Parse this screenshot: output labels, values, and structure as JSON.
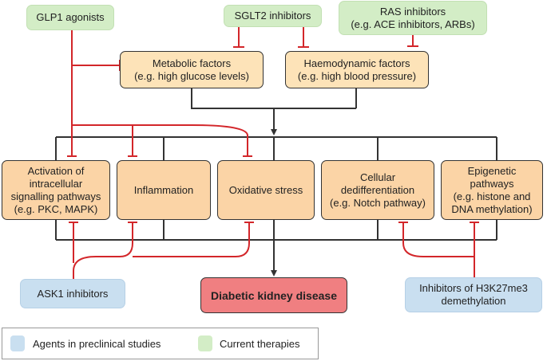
{
  "therapies": {
    "glp1": "GLP1 agonists",
    "sglt2": "SGLT2 inhibitors",
    "ras_line1": "RAS inhibitors",
    "ras_line2": "(e.g. ACE inhibitors, ARBs)"
  },
  "factors": {
    "metabolic_line1": "Metabolic factors",
    "metabolic_line2": "(e.g. high glucose levels)",
    "haemodynamic_line1": "Haemodynamic factors",
    "haemodynamic_line2": "(e.g. high blood pressure)"
  },
  "pathways": {
    "signalling": [
      "Activation of",
      "intracellular",
      "signalling pathways",
      "(e.g. PKC, MAPK)"
    ],
    "inflammation": "Inflammation",
    "oxidative": "Oxidative stress",
    "dediff": [
      "Cellular",
      "dedifferentiation",
      "(e.g. Notch pathway)"
    ],
    "epigenetic": [
      "Epigenetic",
      "pathways",
      "(e.g. histone and",
      "DNA methylation)"
    ]
  },
  "preclinical": {
    "ask1": "ASK1 inhibitors",
    "h3k27_line1": "Inhibitors of H3K27me3",
    "h3k27_line2": "demethylation"
  },
  "outcome": "Diabetic kidney disease",
  "legend": {
    "preclinical_label": "Agents in preclinical studies",
    "current_label": "Current therapies"
  },
  "colors": {
    "inhibition_line": "#d3262a",
    "flow_line": "#333333",
    "current_therapy": "#d3edc6",
    "preclinical_agent": "#c9dff0",
    "factor": "#fde3b8",
    "pathway": "#fbd4a6",
    "outcome": "#f07f81"
  }
}
